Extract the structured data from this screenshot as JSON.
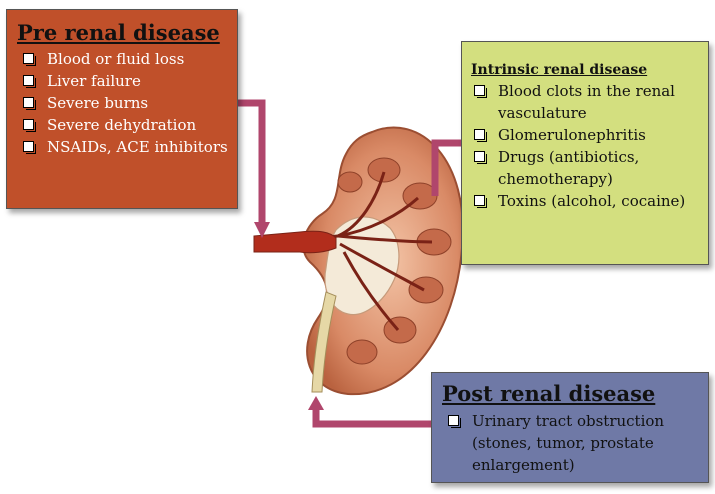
{
  "pre_renal": {
    "title": "Pre renal disease",
    "items": [
      "Blood or fluid loss",
      "Liver failure",
      "Severe burns",
      "Severe dehydration",
      "NSAIDs, ACE inhibitors"
    ]
  },
  "intrinsic_renal": {
    "title": "Intrinsic renal disease",
    "items": [
      "Blood clots in the renal vasculature",
      "Glomerulonephritis",
      "Drugs (antibiotics, chemotherapy)",
      "Toxins (alcohol, cocaine)"
    ]
  },
  "post_renal": {
    "title": "Post renal disease",
    "items": [
      "Urinary tract obstruction (stones, tumor, prostate enlargement)"
    ]
  },
  "colors": {
    "pre_box": "#c0502a",
    "intrinsic_box": "#d3df7f",
    "post_box": "#6f79a6",
    "arrow": "#b0466c"
  }
}
